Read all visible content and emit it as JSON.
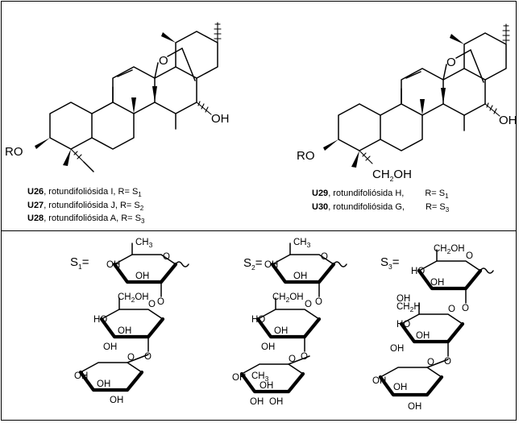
{
  "compounds_left": [
    {
      "code": "U26",
      "name": ", rotundifoliósida I, R= S",
      "sub": "1"
    },
    {
      "code": "U27",
      "name": ", rotundifoliósida J, R= S",
      "sub": "2"
    },
    {
      "code": "U28",
      "name": ", rotundifoliósida A, R= S",
      "sub": "3"
    }
  ],
  "compounds_right": [
    {
      "code": "U29",
      "name": ", rotundifoliósida H,",
      "r": "R= S",
      "sub": "1"
    },
    {
      "code": "U30",
      "name": ", rotundifoliósida G,",
      "r": "R= S",
      "sub": "3"
    }
  ],
  "atoms": {
    "ro": "RO",
    "o": "O",
    "oh": "OH",
    "ch2oh_ch": "CH",
    "ch2oh_2": "2",
    "ch2oh_oh": "OH",
    "ch3_c": "CH",
    "ch3_3": "3",
    "ch2oh_sugar": "CH",
    "ch2h": "CH",
    "h2oh": "H"
  },
  "sugars": [
    {
      "label": "S",
      "sub": "1",
      "eq": "="
    },
    {
      "label": "S",
      "sub": "2",
      "eq": "="
    },
    {
      "label": "S",
      "sub": "3",
      "eq": "="
    }
  ]
}
